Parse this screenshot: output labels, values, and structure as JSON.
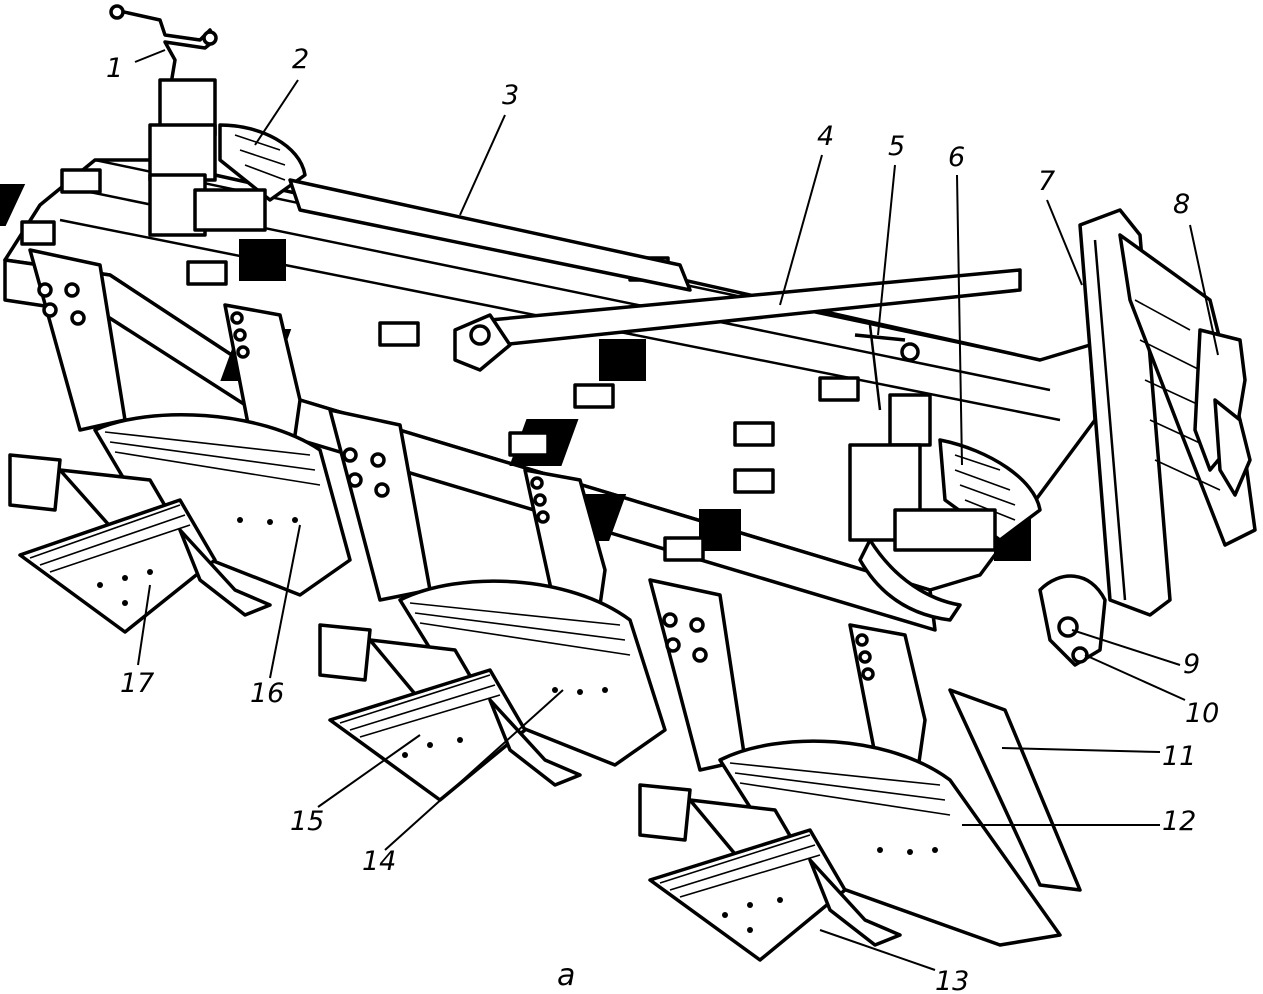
{
  "figure": {
    "caption": "а",
    "labels": [
      {
        "id": "1",
        "text": "1"
      },
      {
        "id": "2",
        "text": "2"
      },
      {
        "id": "3",
        "text": "3"
      },
      {
        "id": "4",
        "text": "4"
      },
      {
        "id": "5",
        "text": "5"
      },
      {
        "id": "6",
        "text": "6"
      },
      {
        "id": "7",
        "text": "7"
      },
      {
        "id": "8",
        "text": "8"
      },
      {
        "id": "9",
        "text": "9"
      },
      {
        "id": "10",
        "text": "10"
      },
      {
        "id": "11",
        "text": "11"
      },
      {
        "id": "12",
        "text": "12"
      },
      {
        "id": "13",
        "text": "13"
      },
      {
        "id": "14",
        "text": "14"
      },
      {
        "id": "15",
        "text": "15"
      },
      {
        "id": "16",
        "text": "16"
      },
      {
        "id": "17",
        "text": "17"
      }
    ]
  }
}
